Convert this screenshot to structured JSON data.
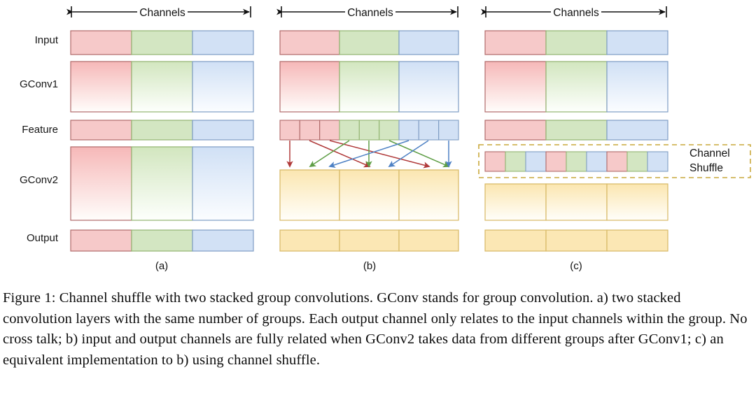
{
  "figure": {
    "row_labels": [
      "Input",
      "GConv1",
      "Feature",
      "GConv2",
      "Output"
    ],
    "channels_label": "Channels",
    "panel_labels": [
      "(a)",
      "(b)",
      "(c)"
    ],
    "shuffle_label_line1": "Channel",
    "shuffle_label_line2": "Shuffle",
    "colors": {
      "red_fill": "#f6c9c9",
      "red_stroke": "#b06a6a",
      "green_fill": "#d3e6c2",
      "green_stroke": "#93b571",
      "blue_fill": "#d2e1f5",
      "blue_stroke": "#7f9dc4",
      "yellow_fill": "#fbe7b4",
      "yellow_stroke": "#d7b863",
      "arrow_red": "#b03a3a",
      "arrow_green": "#5f9e46",
      "arrow_blue": "#4e81c4",
      "dashed_box": "#c9a83c",
      "text": "#111111"
    },
    "group_count": 3,
    "subcells_per_group": 3,
    "shuffle_order": [
      "red",
      "green",
      "blue",
      "red",
      "green",
      "blue",
      "red",
      "green",
      "blue"
    ]
  },
  "caption": {
    "text": "Figure 1: Channel shuffle with two stacked group convolutions. GConv stands for group convolution. a) two stacked convolution layers with the same number of groups. Each output channel only relates to the input channels within the group. No cross talk; b) input and output channels are fully related when GConv2 takes data from different groups after GConv1; c) an equivalent implementation to b) using channel shuffle."
  }
}
